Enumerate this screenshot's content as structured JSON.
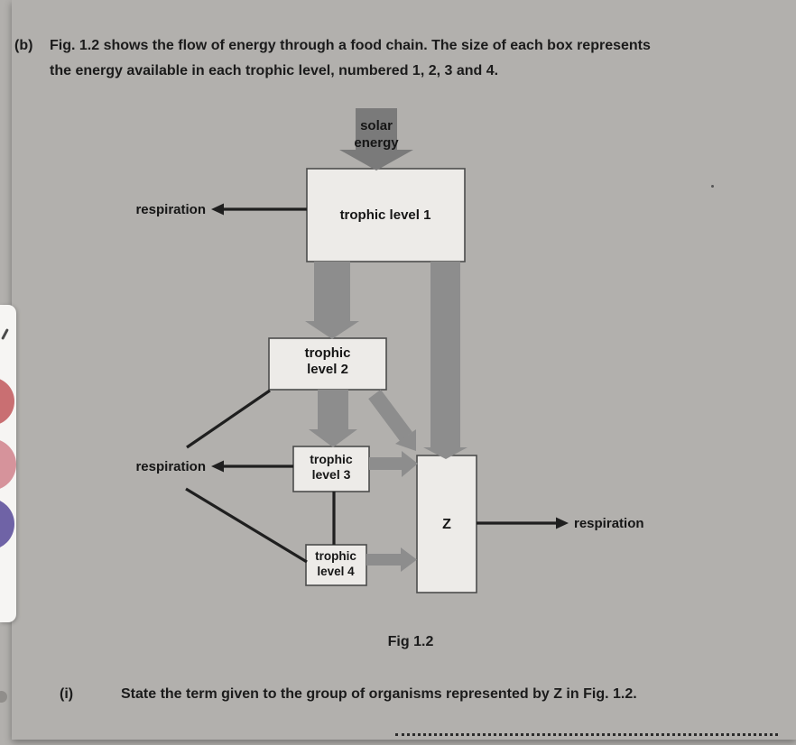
{
  "question_b": {
    "label": "(b)",
    "line1": "Fig. 1.2 shows the flow of energy through a food chain. The size of each box represents",
    "line2": "the energy available in each trophic level, numbered 1, 2, 3 and 4."
  },
  "diagram": {
    "solar_line1": "solar",
    "solar_line2": "energy",
    "trophic1_label": "trophic level 1",
    "trophic2_line1": "trophic",
    "trophic2_line2": "level 2",
    "trophic3_line1": "trophic",
    "trophic3_line2": "level 3",
    "trophic4_line1": "trophic",
    "trophic4_line2": "level 4",
    "z_label": "Z",
    "respiration_top": "respiration",
    "respiration_left": "respiration",
    "respiration_right": "respiration",
    "caption": "Fig 1.2"
  },
  "question_i": {
    "label": "(i)",
    "before_z": "State the term given to the group of organisms represented by ",
    "z": "Z",
    "after_z": " in Fig. 1.2."
  },
  "colors": {
    "arrow_gray": "#8d8d8d",
    "solar_arrow_gray": "#7a7a7a",
    "line_black": "#1f1f1f",
    "box_fill": "#edebe8",
    "box_stroke": "#4c4c4c",
    "paper": "#e9e7e4",
    "toolbar_circle_red": "#c96f72",
    "toolbar_circle_pink": "#d6939b",
    "toolbar_circle_purple": "#6f63a6"
  }
}
